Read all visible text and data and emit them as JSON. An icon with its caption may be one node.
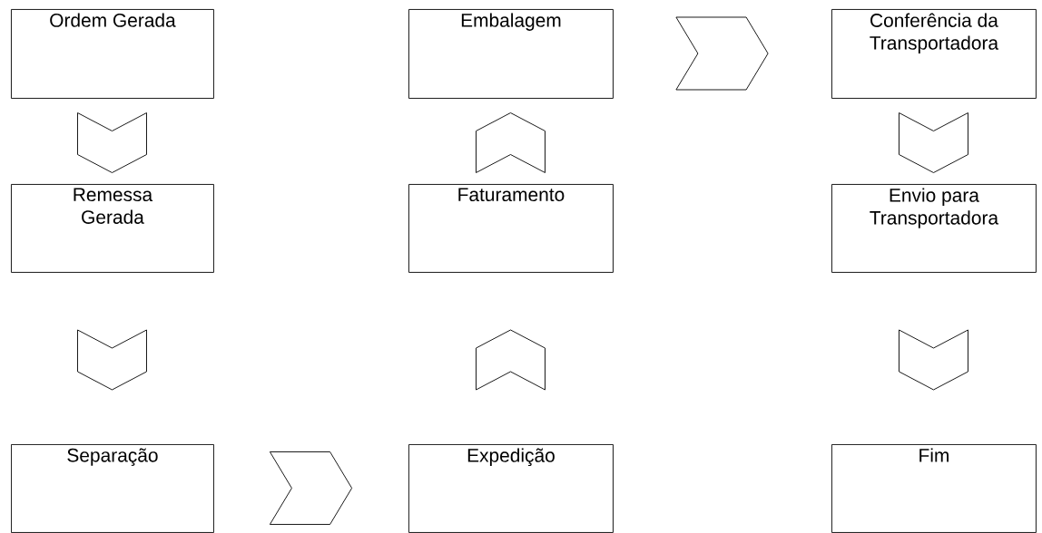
{
  "diagram": {
    "nodes": [
      {
        "text": [
          "Ordem Gerada"
        ]
      },
      {
        "text": [
          "Remessa Gerada"
        ]
      },
      {
        "text": [
          "Separação"
        ]
      },
      {
        "text": [
          "Expedição"
        ]
      },
      {
        "text": [
          "Faturamento"
        ]
      },
      {
        "text": [
          "Embalagem"
        ]
      },
      {
        "text": [
          "Conferência da Transportadora"
        ]
      },
      {
        "text": [
          "Envio para Transportadora"
        ]
      },
      {
        "text": [
          "Fim"
        ]
      }
    ],
    "edges": [
      {
        "from": 0,
        "to": 1,
        "arrow": "to"
      },
      {
        "from": 1,
        "to": 2,
        "arrow": "to"
      },
      {
        "from": 2,
        "to": 3,
        "arrow": "to"
      },
      {
        "from": 3,
        "to": 4,
        "arrow": "to"
      },
      {
        "from": 4,
        "to": 5,
        "arrow": "to"
      },
      {
        "from": 5,
        "to": 6,
        "arrow": "to"
      },
      {
        "from": 6,
        "to": 7,
        "arrow": "to"
      },
      {
        "from": 7,
        "to": 8,
        "arrow": "to"
      }
    ]
  }
}
